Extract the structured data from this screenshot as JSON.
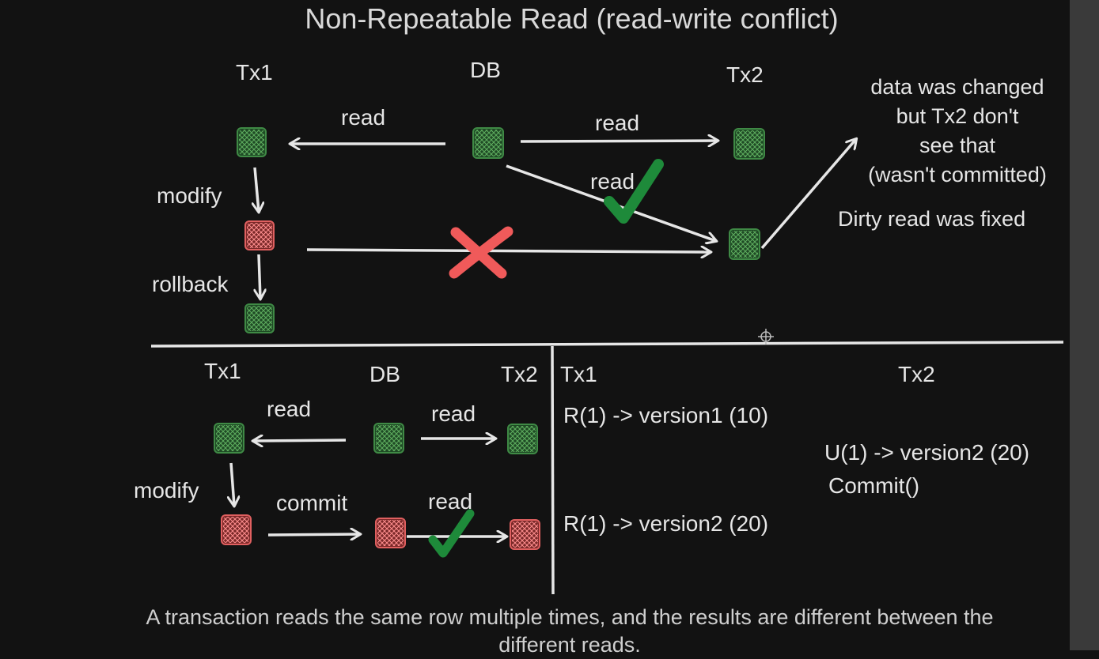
{
  "title": "Non-Repeatable Read (read-write conflict)",
  "colors": {
    "background": "#121212",
    "green_box": "#2e6b36",
    "red_box": "#cc4a4a",
    "check": "#1e8a3a",
    "cross": "#f05a5a",
    "line": "#e6e6e6"
  },
  "top_diagram": {
    "headers": {
      "tx1": "Tx1",
      "db": "DB",
      "tx2": "Tx2"
    },
    "labels": {
      "read_left": "read",
      "read_right": "read",
      "read_diag": "read",
      "modify": "modify",
      "rollback": "rollback"
    },
    "note": {
      "line1": "data was changed",
      "line2": "but Tx2 don't",
      "line3": "see that",
      "line4": "(wasn't committed)",
      "fixed": "Dirty read was fixed"
    }
  },
  "bottom_diagram": {
    "headers": {
      "tx1": "Tx1",
      "db": "DB",
      "tx2": "Tx2"
    },
    "labels": {
      "read_left": "read",
      "read_right": "read",
      "modify": "modify",
      "commit": "commit",
      "read_bottom": "read"
    }
  },
  "timeline": {
    "headers": {
      "tx1": "Tx1",
      "tx2": "Tx2"
    },
    "tx1_steps": [
      "R(1) -> version1 (10)",
      "R(1) -> version2 (20)"
    ],
    "tx2_steps": [
      "U(1) -> version2 (20)",
      "Commit()"
    ]
  },
  "footer": "A transaction reads the same row multiple times, and the results are different between the different reads."
}
